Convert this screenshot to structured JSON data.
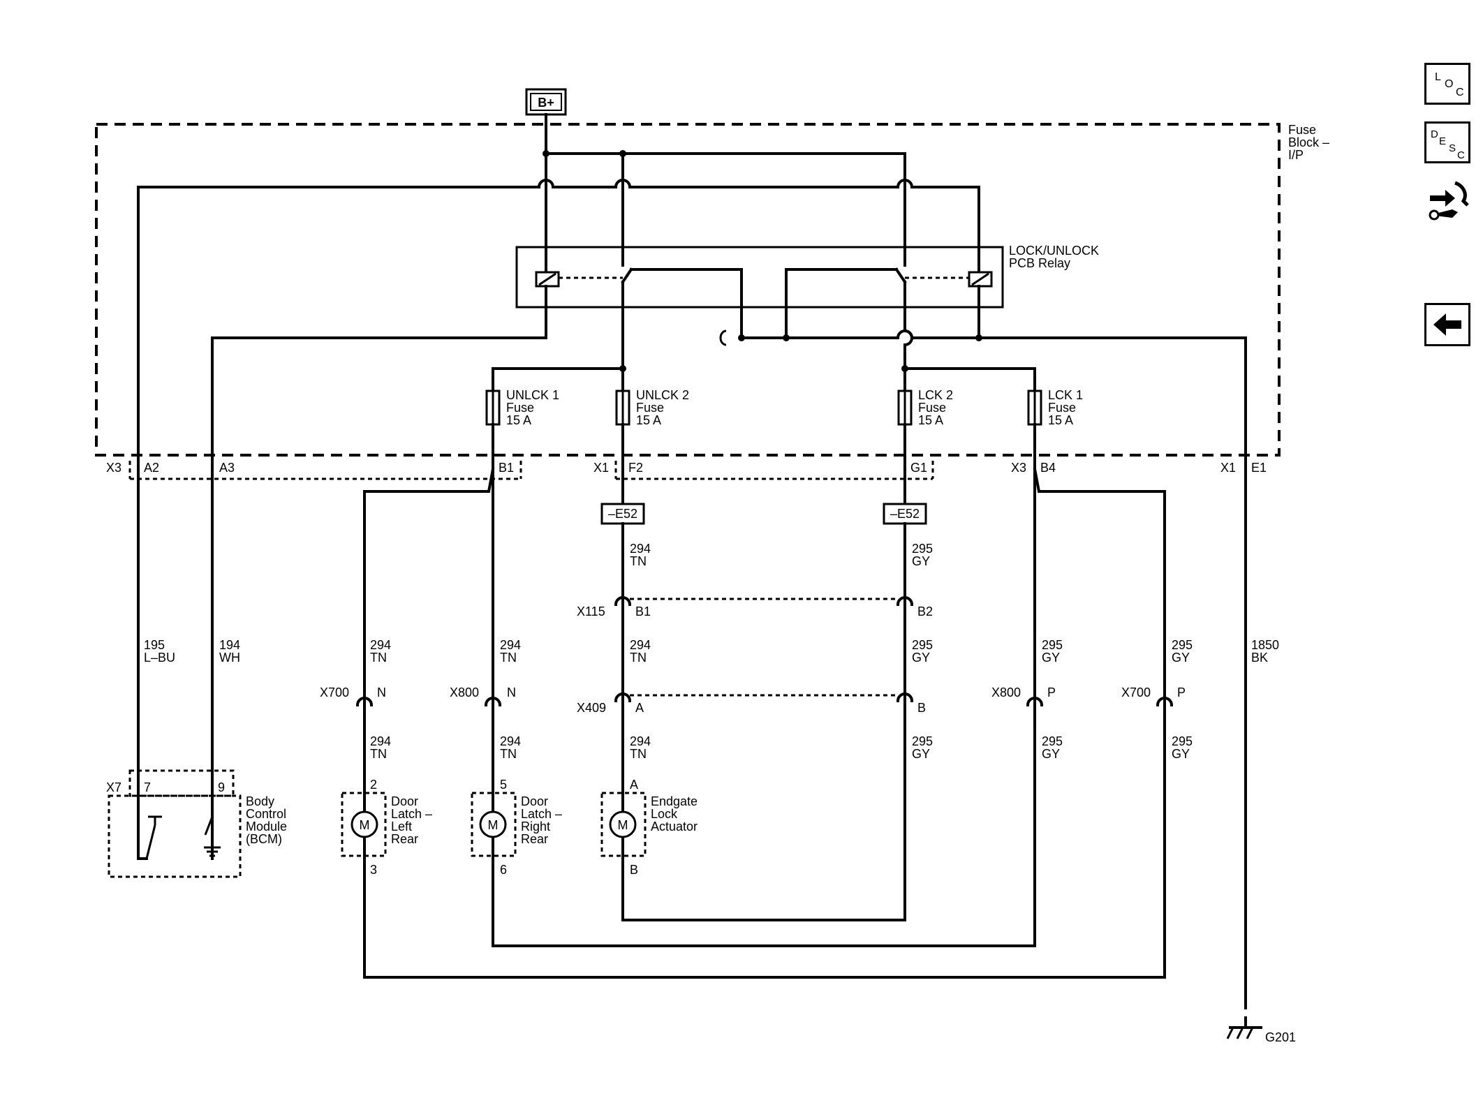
{
  "power": {
    "battery": "B+"
  },
  "fuse_block": {
    "label": [
      "Fuse",
      "Block –",
      "I/P"
    ]
  },
  "relay": {
    "label": [
      "LOCK/UNLOCK",
      "PCB Relay"
    ]
  },
  "fuses": [
    {
      "name": "UNLCK 1",
      "type": "Fuse",
      "rating": "15 A"
    },
    {
      "name": "UNLCK 2",
      "type": "Fuse",
      "rating": "15 A"
    },
    {
      "name": "LCK 2",
      "type": "Fuse",
      "rating": "15 A"
    },
    {
      "name": "LCK 1",
      "type": "Fuse",
      "rating": "15 A"
    }
  ],
  "connectors": {
    "x3": "X3",
    "a2": "A2",
    "a3": "A3",
    "b1": "B1",
    "x1": "X1",
    "f2": "F2",
    "g1": "G1",
    "x3b": "X3",
    "b4": "B4",
    "x1b": "X1",
    "e1": "E1",
    "e52a": "–E52",
    "e52b": "–E52",
    "x115": "X115",
    "x115_b1": "B1",
    "x115_b2": "B2",
    "x409": "X409",
    "x409_a": "A",
    "x409_b": "B",
    "x700a": "X700",
    "x700a_pin": "N",
    "x800a": "X800",
    "x800a_pin": "N",
    "x800b": "X800",
    "x800b_pin": "P",
    "x700b": "X700",
    "x700b_pin": "P",
    "x7": "X7",
    "x7_p7": "7",
    "x7_p9": "9"
  },
  "wires": {
    "w195": [
      "195",
      "L–BU"
    ],
    "w194": [
      "194",
      "WH"
    ],
    "w294": [
      "294",
      "TN"
    ],
    "w295": [
      "295",
      "GY"
    ],
    "w1850": [
      "1850",
      "BK"
    ]
  },
  "components": {
    "bcm": [
      "Body",
      "Control",
      "Module",
      "(BCM)"
    ],
    "door_lr": [
      "Door",
      "Latch –",
      "Left",
      "Rear"
    ],
    "door_rr": [
      "Door",
      "Latch –",
      "Right",
      "Rear"
    ],
    "endgate": [
      "Endgate",
      "Lock",
      "Actuator"
    ],
    "motor": "M"
  },
  "pins": {
    "lr_top": "2",
    "lr_bot": "3",
    "rr_top": "5",
    "rr_bot": "6",
    "eg_top": "A",
    "eg_bot": "B"
  },
  "ground": {
    "label": "G201"
  },
  "side_icons": [
    "loc-icon",
    "desc-icon",
    "connector-tools-icon",
    "back-arrow-icon"
  ],
  "side_icon_text": {
    "loc": [
      "L",
      "O",
      "C"
    ],
    "desc": [
      "D",
      "E",
      "S",
      "C"
    ]
  }
}
